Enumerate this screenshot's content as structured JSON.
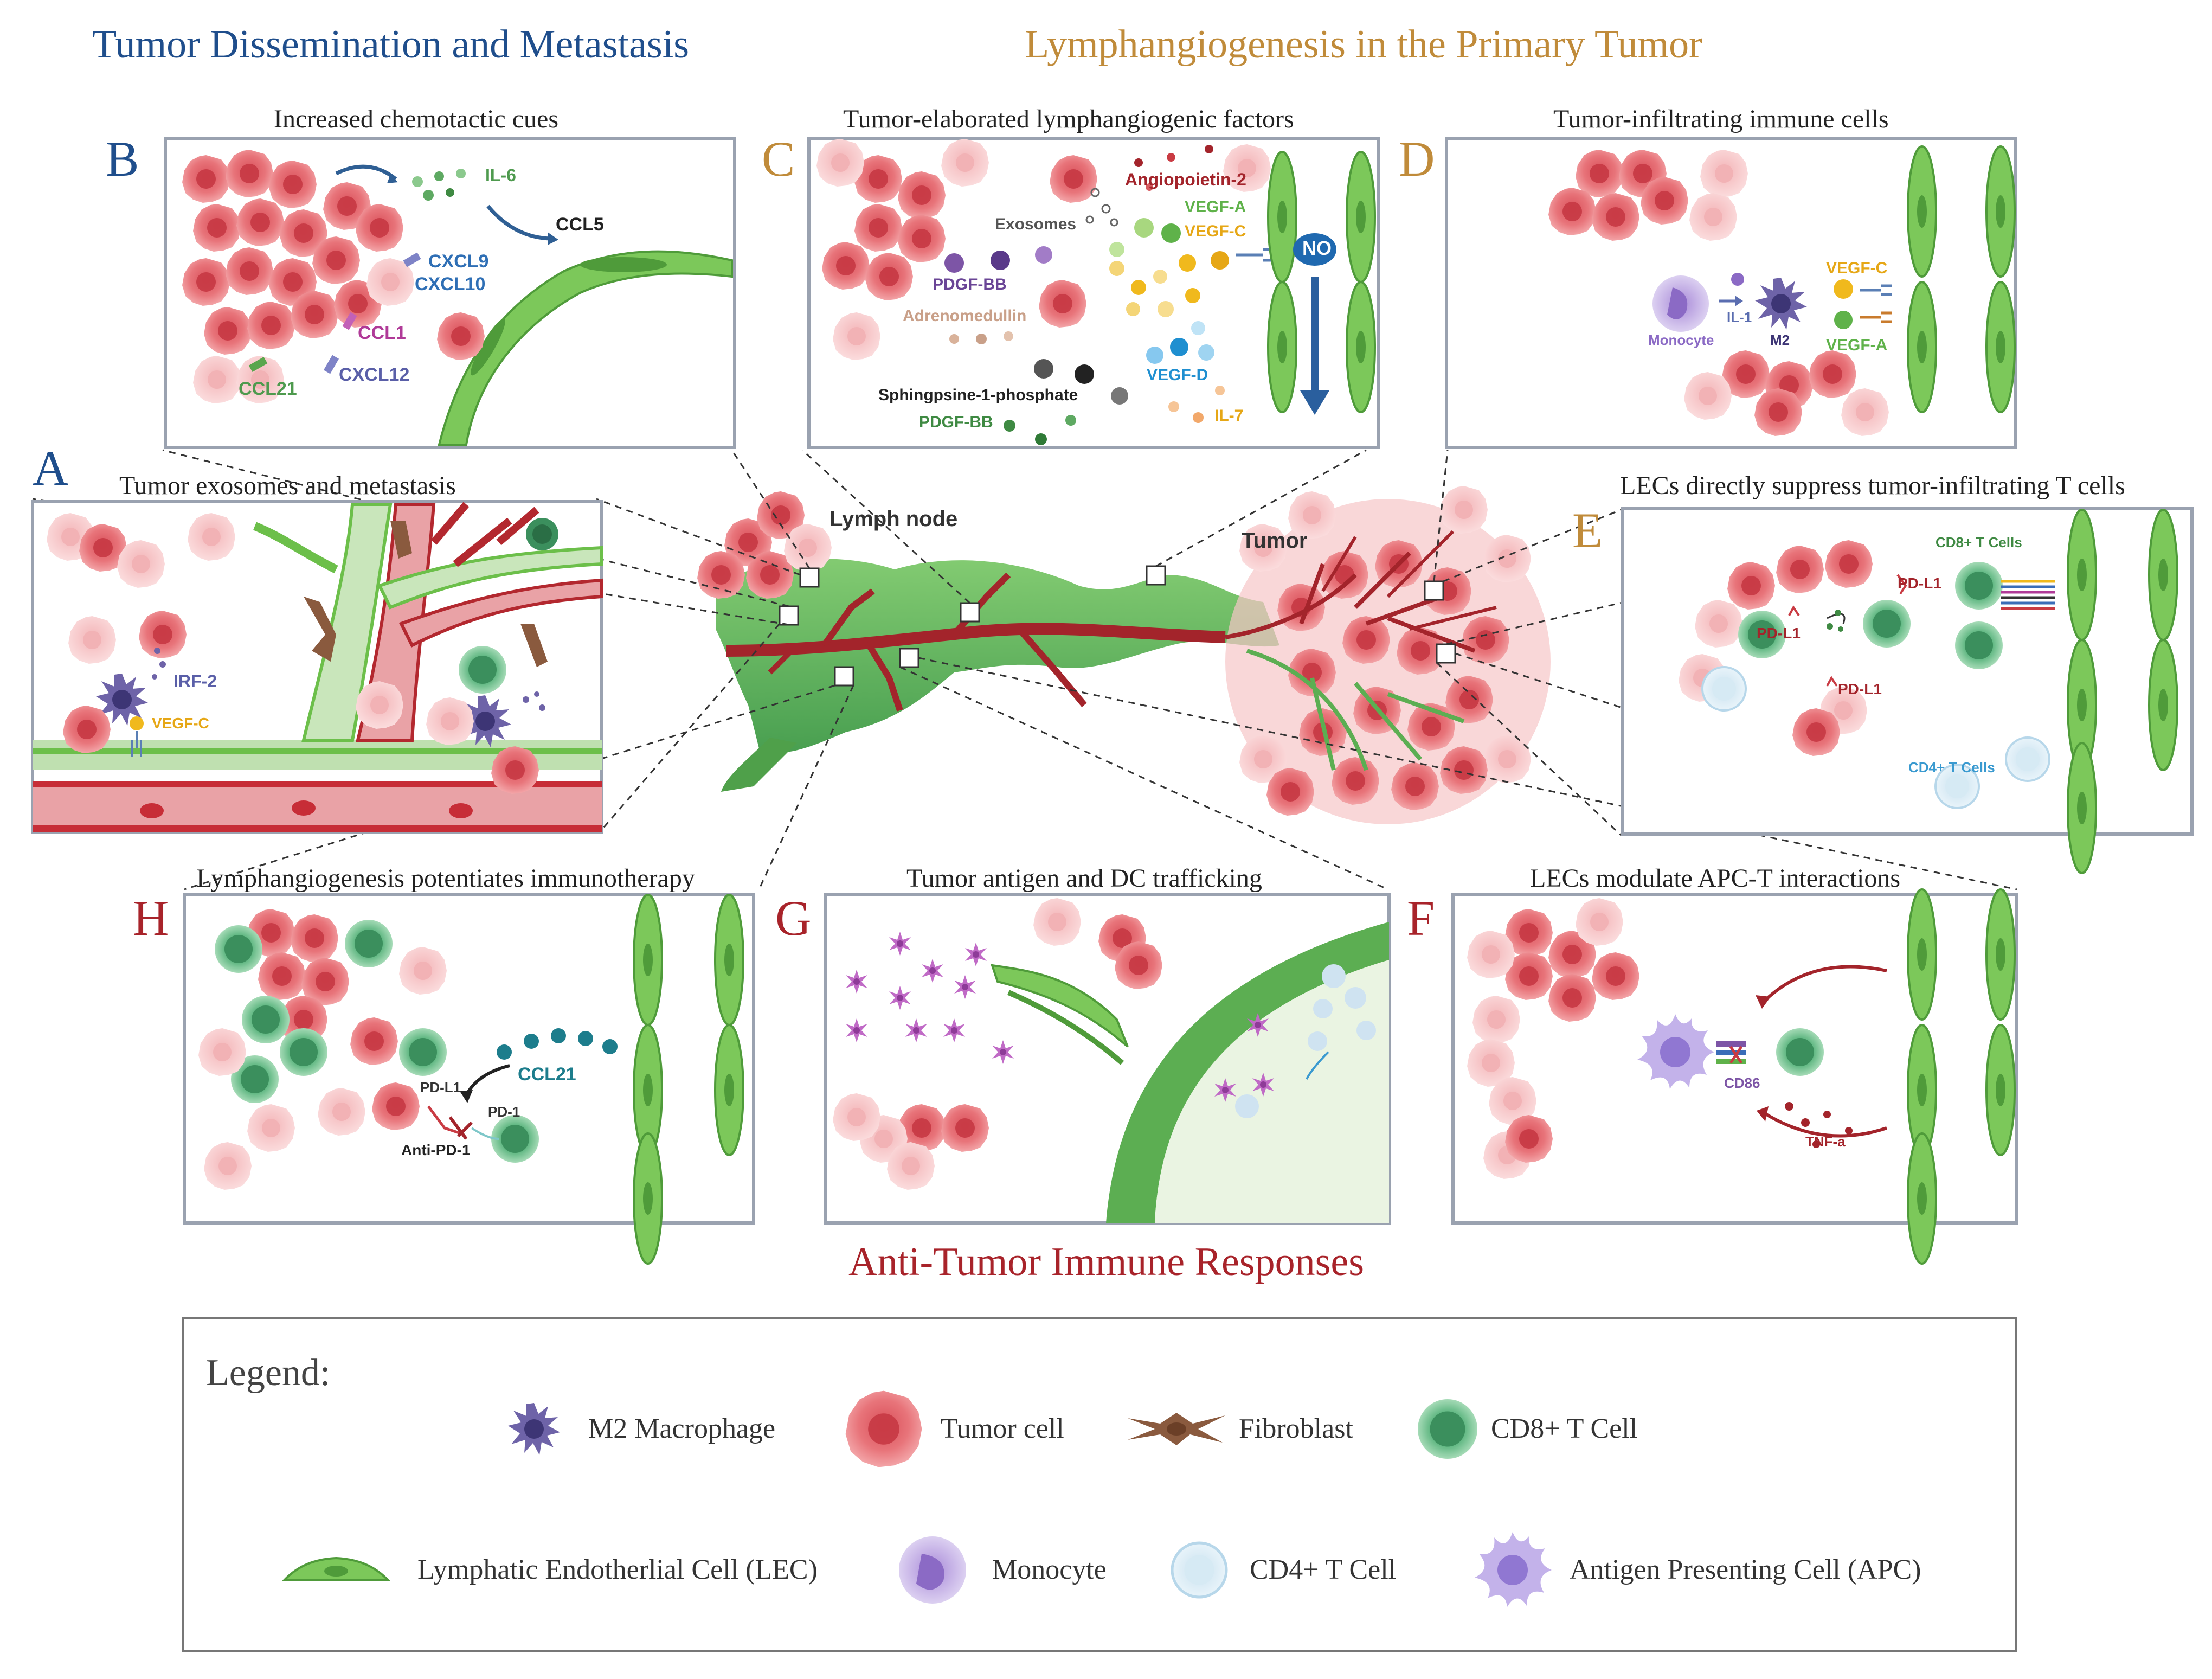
{
  "titles": {
    "left": "Tumor Dissemination and Metastasis",
    "center": "Lymphangiogenesis in the Primary Tumor",
    "bottom": "Anti-Tumor Immune Responses"
  },
  "colors": {
    "blue_title": "#1f4e8c",
    "gold_title": "#c08b3a",
    "red_title": "#a8232a",
    "tumor": "#e8646c",
    "lec_green": "#6cbf4a",
    "blood": "#a3242b",
    "lymph_green": "#5cae52"
  },
  "panels": {
    "A": {
      "letter": "A",
      "title": "Tumor exosomes and metastasis",
      "labels": {
        "irf2": "IRF-2",
        "vegfc": "VEGF-C"
      }
    },
    "B": {
      "letter": "B",
      "title": "Increased chemotactic cues",
      "labels": {
        "il6": "IL-6",
        "ccl5": "CCL5",
        "cxcl9": "CXCL9",
        "cxcl10": "CXCL10",
        "ccl1": "CCL1",
        "ccl21": "CCL21",
        "cxcl12": "CXCL12"
      }
    },
    "C": {
      "letter": "C",
      "title": "Tumor-elaborated lymphangiogenic factors",
      "labels": {
        "ang2": "Angiopoietin-2",
        "exosomes": "Exosomes",
        "vegfa": "VEGF-A",
        "vegfc": "VEGF-C",
        "pdgfbb1": "PDGF-BB",
        "adrenomedullin": "Adrenomedullin",
        "s1p": "Sphingpsine-1-phosphate",
        "pdgfbb2": "PDGF-BB",
        "vegfd": "VEGF-D",
        "il7": "IL-7",
        "no": "NO"
      }
    },
    "D": {
      "letter": "D",
      "title": "Tumor-infiltrating immune cells",
      "labels": {
        "monocyte": "Monocyte",
        "il1": "IL-1",
        "m2": "M2",
        "vegfc": "VEGF-C",
        "vegfa": "VEGF-A"
      }
    },
    "E": {
      "letter": "E",
      "title": "LECs directly suppress tumor-infiltrating  T cells",
      "labels": {
        "cd8": "CD8+ T Cells",
        "pdl1a": "PD-L1",
        "pdl1b": "PD-L1",
        "pdl1c": "PD-L1",
        "cd4": "CD4+ T Cells"
      }
    },
    "F": {
      "letter": "F",
      "title": "LECs modulate APC-T interactions",
      "labels": {
        "cd86": "CD86",
        "tnfa": "TNF-a"
      }
    },
    "G": {
      "letter": "G",
      "title": "Tumor antigen and DC trafficking",
      "labels": {}
    },
    "H": {
      "letter": "H",
      "title": "Lymphangiogenesis potentiates immunotherapy",
      "labels": {
        "ccl21": "CCL21",
        "pdl1": "PD-L1",
        "pd1": "PD-1",
        "antipd1": "Anti-PD-1"
      }
    }
  },
  "center": {
    "lymph_node": "Lymph node",
    "tumor": "Tumor"
  },
  "legend": {
    "title": "Legend:",
    "items": [
      {
        "label": "M2 Macrophage",
        "icon": "m2-macrophage-icon"
      },
      {
        "label": "Tumor cell",
        "icon": "tumor-cell-icon"
      },
      {
        "label": "Fibroblast",
        "icon": "fibroblast-icon"
      },
      {
        "label": "CD8+ T Cell",
        "icon": "cd8-t-cell-icon"
      },
      {
        "label": "Lymphatic Endotherlial Cell (LEC)",
        "icon": "lec-icon"
      },
      {
        "label": "Monocyte",
        "icon": "monocyte-icon"
      },
      {
        "label": "CD4+ T Cell",
        "icon": "cd4-t-cell-icon"
      },
      {
        "label": "Antigen Presenting Cell (APC)",
        "icon": "apc-icon"
      }
    ]
  }
}
